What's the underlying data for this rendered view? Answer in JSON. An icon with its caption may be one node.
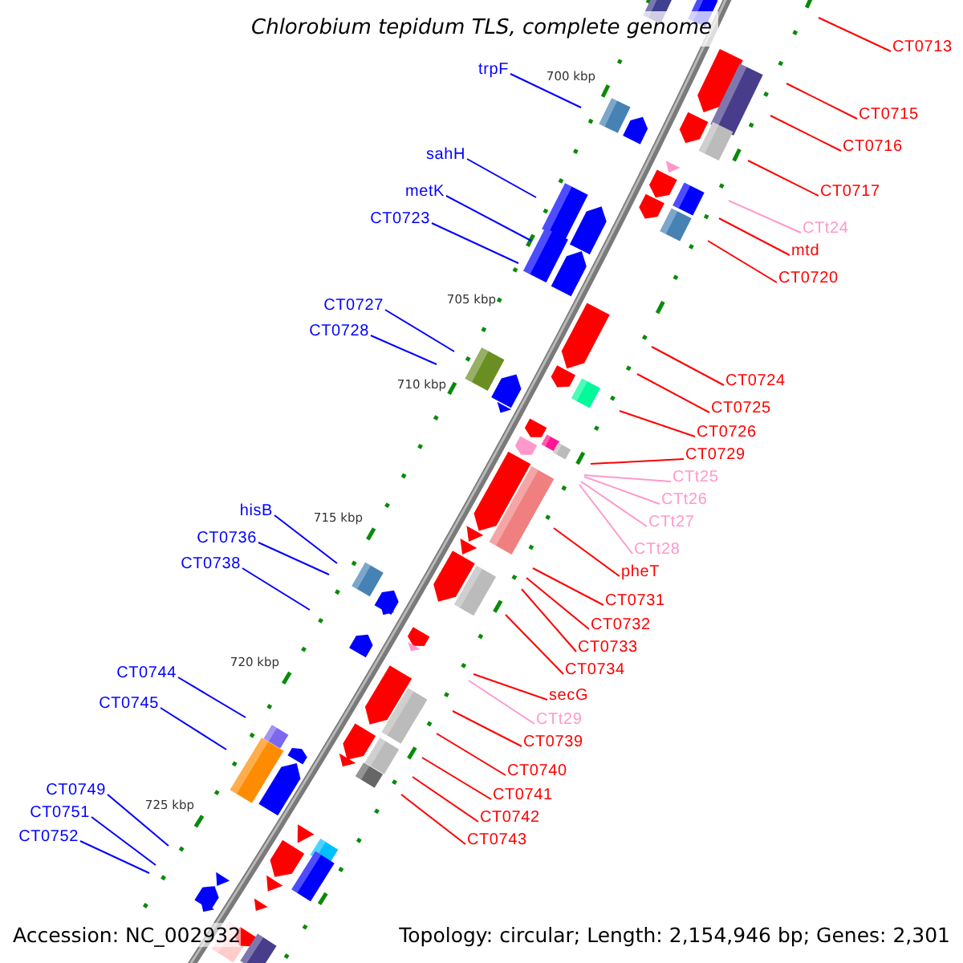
{
  "diagram": {
    "title": "Chlorobium tepidum TLS, complete genome",
    "nodes": [
      {
        "text": [
          "CT0713"
        ]
      },
      {
        "text": [
          "trpF"
        ]
      },
      {
        "text": [
          "CT0715"
        ]
      },
      {
        "text": [
          "CT0716"
        ]
      },
      {
        "text": [
          "sahH"
        ]
      },
      {
        "text": [
          "CT0717"
        ]
      },
      {
        "text": [
          "metK"
        ]
      },
      {
        "text": [
          "CT0723"
        ]
      },
      {
        "text": [
          "CTt24"
        ]
      },
      {
        "text": [
          "mtd"
        ]
      },
      {
        "text": [
          "CT0720"
        ]
      },
      {
        "text": [
          "CT0727"
        ]
      },
      {
        "text": [
          "CT0728"
        ]
      },
      {
        "text": [
          "CT0724"
        ]
      },
      {
        "text": [
          "CT0725"
        ]
      },
      {
        "text": [
          "CT0726"
        ]
      },
      {
        "text": [
          "CT0729"
        ]
      },
      {
        "text": [
          "CTt25"
        ]
      },
      {
        "text": [
          "CTt26"
        ]
      },
      {
        "text": [
          "CTt27"
        ]
      },
      {
        "text": [
          "CTt28"
        ]
      },
      {
        "text": [
          "hisB"
        ]
      },
      {
        "text": [
          "CT0736"
        ]
      },
      {
        "text": [
          "CT0738"
        ]
      },
      {
        "text": [
          "pheT"
        ]
      },
      {
        "text": [
          "CT0731"
        ]
      },
      {
        "text": [
          "CT0732"
        ]
      },
      {
        "text": [
          "CT0733"
        ]
      },
      {
        "text": [
          "CT0734"
        ]
      },
      {
        "text": [
          "CT0744"
        ]
      },
      {
        "text": [
          "CT0745"
        ]
      },
      {
        "text": [
          "secG"
        ]
      },
      {
        "text": [
          "CTt29"
        ]
      },
      {
        "text": [
          "CT0739"
        ]
      },
      {
        "text": [
          "CT0740"
        ]
      },
      {
        "text": [
          "CT0741"
        ]
      },
      {
        "text": [
          "CT0742"
        ]
      },
      {
        "text": [
          "CT0743"
        ]
      },
      {
        "text": [
          "CT0749"
        ]
      },
      {
        "text": [
          "CT0751"
        ]
      },
      {
        "text": [
          "CT0752"
        ]
      }
    ],
    "edges": [
      {
        "from": 0,
        "to": null,
        "arrow": "none"
      },
      {
        "from": 1,
        "to": null,
        "arrow": "none",
        "color": "#0000ff"
      },
      {
        "from": 2,
        "to": null,
        "arrow": "none"
      },
      {
        "from": 3,
        "to": null,
        "arrow": "none"
      },
      {
        "from": 4,
        "to": null,
        "arrow": "none",
        "color": "#0000ff"
      },
      {
        "from": 5,
        "to": null,
        "arrow": "none"
      },
      {
        "from": 6,
        "to": null,
        "arrow": "none",
        "color": "#0000ff"
      },
      {
        "from": 7,
        "to": null,
        "arrow": "none",
        "color": "#0000ff"
      },
      {
        "from": 8,
        "to": null,
        "arrow": "none",
        "color": "#ff99cc"
      },
      {
        "from": 9,
        "to": null,
        "arrow": "none"
      },
      {
        "from": 10,
        "to": null,
        "arrow": "none"
      },
      {
        "from": 11,
        "to": null,
        "arrow": "none",
        "color": "#0000ff"
      },
      {
        "from": 12,
        "to": null,
        "arrow": "none",
        "color": "#0000ff"
      },
      {
        "from": 13,
        "to": null,
        "arrow": "none"
      },
      {
        "from": 14,
        "to": null,
        "arrow": "none"
      },
      {
        "from": 15,
        "to": null,
        "arrow": "none"
      },
      {
        "from": 16,
        "to": null,
        "arrow": "none"
      },
      {
        "from": 17,
        "to": null,
        "arrow": "none",
        "color": "#ff99cc"
      },
      {
        "from": 18,
        "to": null,
        "arrow": "none",
        "color": "#ff99cc"
      },
      {
        "from": 19,
        "to": null,
        "arrow": "none",
        "color": "#ff99cc"
      },
      {
        "from": 20,
        "to": null,
        "arrow": "none",
        "color": "#ff99cc"
      },
      {
        "from": 21,
        "to": null,
        "arrow": "none",
        "color": "#0000ff"
      },
      {
        "from": 22,
        "to": null,
        "arrow": "none",
        "color": "#0000ff"
      },
      {
        "from": 23,
        "to": null,
        "arrow": "none",
        "color": "#0000ff"
      },
      {
        "from": 24,
        "to": null,
        "arrow": "none"
      },
      {
        "from": 25,
        "to": null,
        "arrow": "none"
      },
      {
        "from": 26,
        "to": null,
        "arrow": "none"
      },
      {
        "from": 27,
        "to": null,
        "arrow": "none"
      },
      {
        "from": 28,
        "to": null,
        "arrow": "none"
      },
      {
        "from": 29,
        "to": null,
        "arrow": "none",
        "color": "#0000ff"
      },
      {
        "from": 30,
        "to": null,
        "arrow": "none",
        "color": "#0000ff"
      },
      {
        "from": 31,
        "to": null,
        "arrow": "none"
      },
      {
        "from": 32,
        "to": null,
        "arrow": "none",
        "color": "#ff99cc"
      },
      {
        "from": 33,
        "to": null,
        "arrow": "none"
      },
      {
        "from": 34,
        "to": null,
        "arrow": "none"
      },
      {
        "from": 35,
        "to": null,
        "arrow": "none"
      },
      {
        "from": 36,
        "to": null,
        "arrow": "none"
      },
      {
        "from": 37,
        "to": null,
        "arrow": "none"
      },
      {
        "from": 38,
        "to": null,
        "arrow": "none",
        "color": "#0000ff"
      },
      {
        "from": 39,
        "to": null,
        "arrow": "none",
        "color": "#0000ff"
      },
      {
        "from": 40,
        "to": null,
        "arrow": "none",
        "color": "#0000ff"
      }
    ],
    "labels": [
      "700 kbp",
      "705 kbp",
      "710 kbp",
      "715 kbp",
      "720 kbp",
      "725 kbp",
      "Accession: NC_002932",
      "Topology: circular; Length: 2,154,946 bp; Genes: 2,301"
    ]
  }
}
